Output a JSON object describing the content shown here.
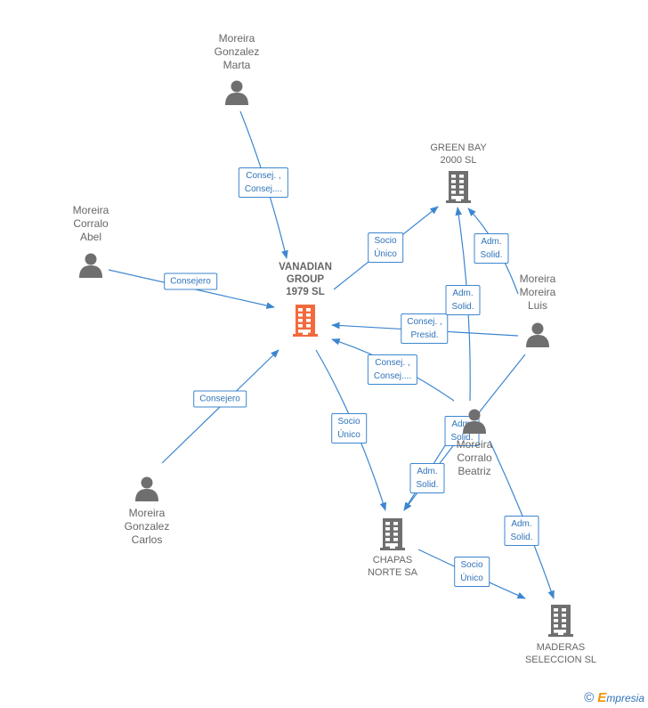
{
  "colors": {
    "edge": "#3c86cf",
    "person": "#6f6f6f",
    "company": "#6f6f6f",
    "focus": "#f26a3d"
  },
  "nodes": [
    {
      "id": "vanadian",
      "type": "company",
      "focus": true,
      "label": "VANADIAN\nGROUP\n1979  SL"
    },
    {
      "id": "greenbay",
      "type": "company",
      "label": "GREEN BAY\n2000  SL"
    },
    {
      "id": "chapas",
      "type": "company",
      "label": "CHAPAS\nNORTE SA"
    },
    {
      "id": "maderas",
      "type": "company",
      "label": "MADERAS\nSELECCION SL"
    },
    {
      "id": "marta",
      "type": "person",
      "label": "Moreira\nGonzalez\nMarta"
    },
    {
      "id": "abel",
      "type": "person",
      "label": "Moreira\nCorralo\nAbel"
    },
    {
      "id": "carlos",
      "type": "person",
      "label": "Moreira\nGonzalez\nCarlos"
    },
    {
      "id": "luis",
      "type": "person",
      "label": "Moreira\nMoreira\nLuis"
    },
    {
      "id": "beatriz",
      "type": "person",
      "label": "Moreira\nCorralo\nBeatriz"
    }
  ],
  "edges": [
    {
      "id": "marta-vanadian",
      "label": "Consej. ,\nConsej...."
    },
    {
      "id": "abel-vanadian",
      "label": "Consejero"
    },
    {
      "id": "carlos-vanadian",
      "label": "Consejero"
    },
    {
      "id": "vanadian-greenbay",
      "label": "Socio\nÚnico"
    },
    {
      "id": "vanadian-chapas",
      "label": "Socio\nÚnico"
    },
    {
      "id": "luis-vanadian",
      "label": "Consej. ,\nPresid."
    },
    {
      "id": "beatriz-vanadian",
      "label": "Consej. ,\nConsej...."
    },
    {
      "id": "luis-greenbay",
      "label": "Adm.\nSolid."
    },
    {
      "id": "beatriz-greenbay",
      "label": "Adm.\nSolid."
    },
    {
      "id": "luis-chapas",
      "label": "Adm.\nSolid."
    },
    {
      "id": "beatriz-chapas",
      "label": "Adm.\nSolid."
    },
    {
      "id": "beatriz-maderas",
      "label": "Adm.\nSolid."
    },
    {
      "id": "chapas-maderas",
      "label": "Socio\nÚnico"
    }
  ],
  "footer": {
    "copyright_symbol": "©",
    "brand_initial": "E",
    "brand_rest": "mpresia"
  }
}
